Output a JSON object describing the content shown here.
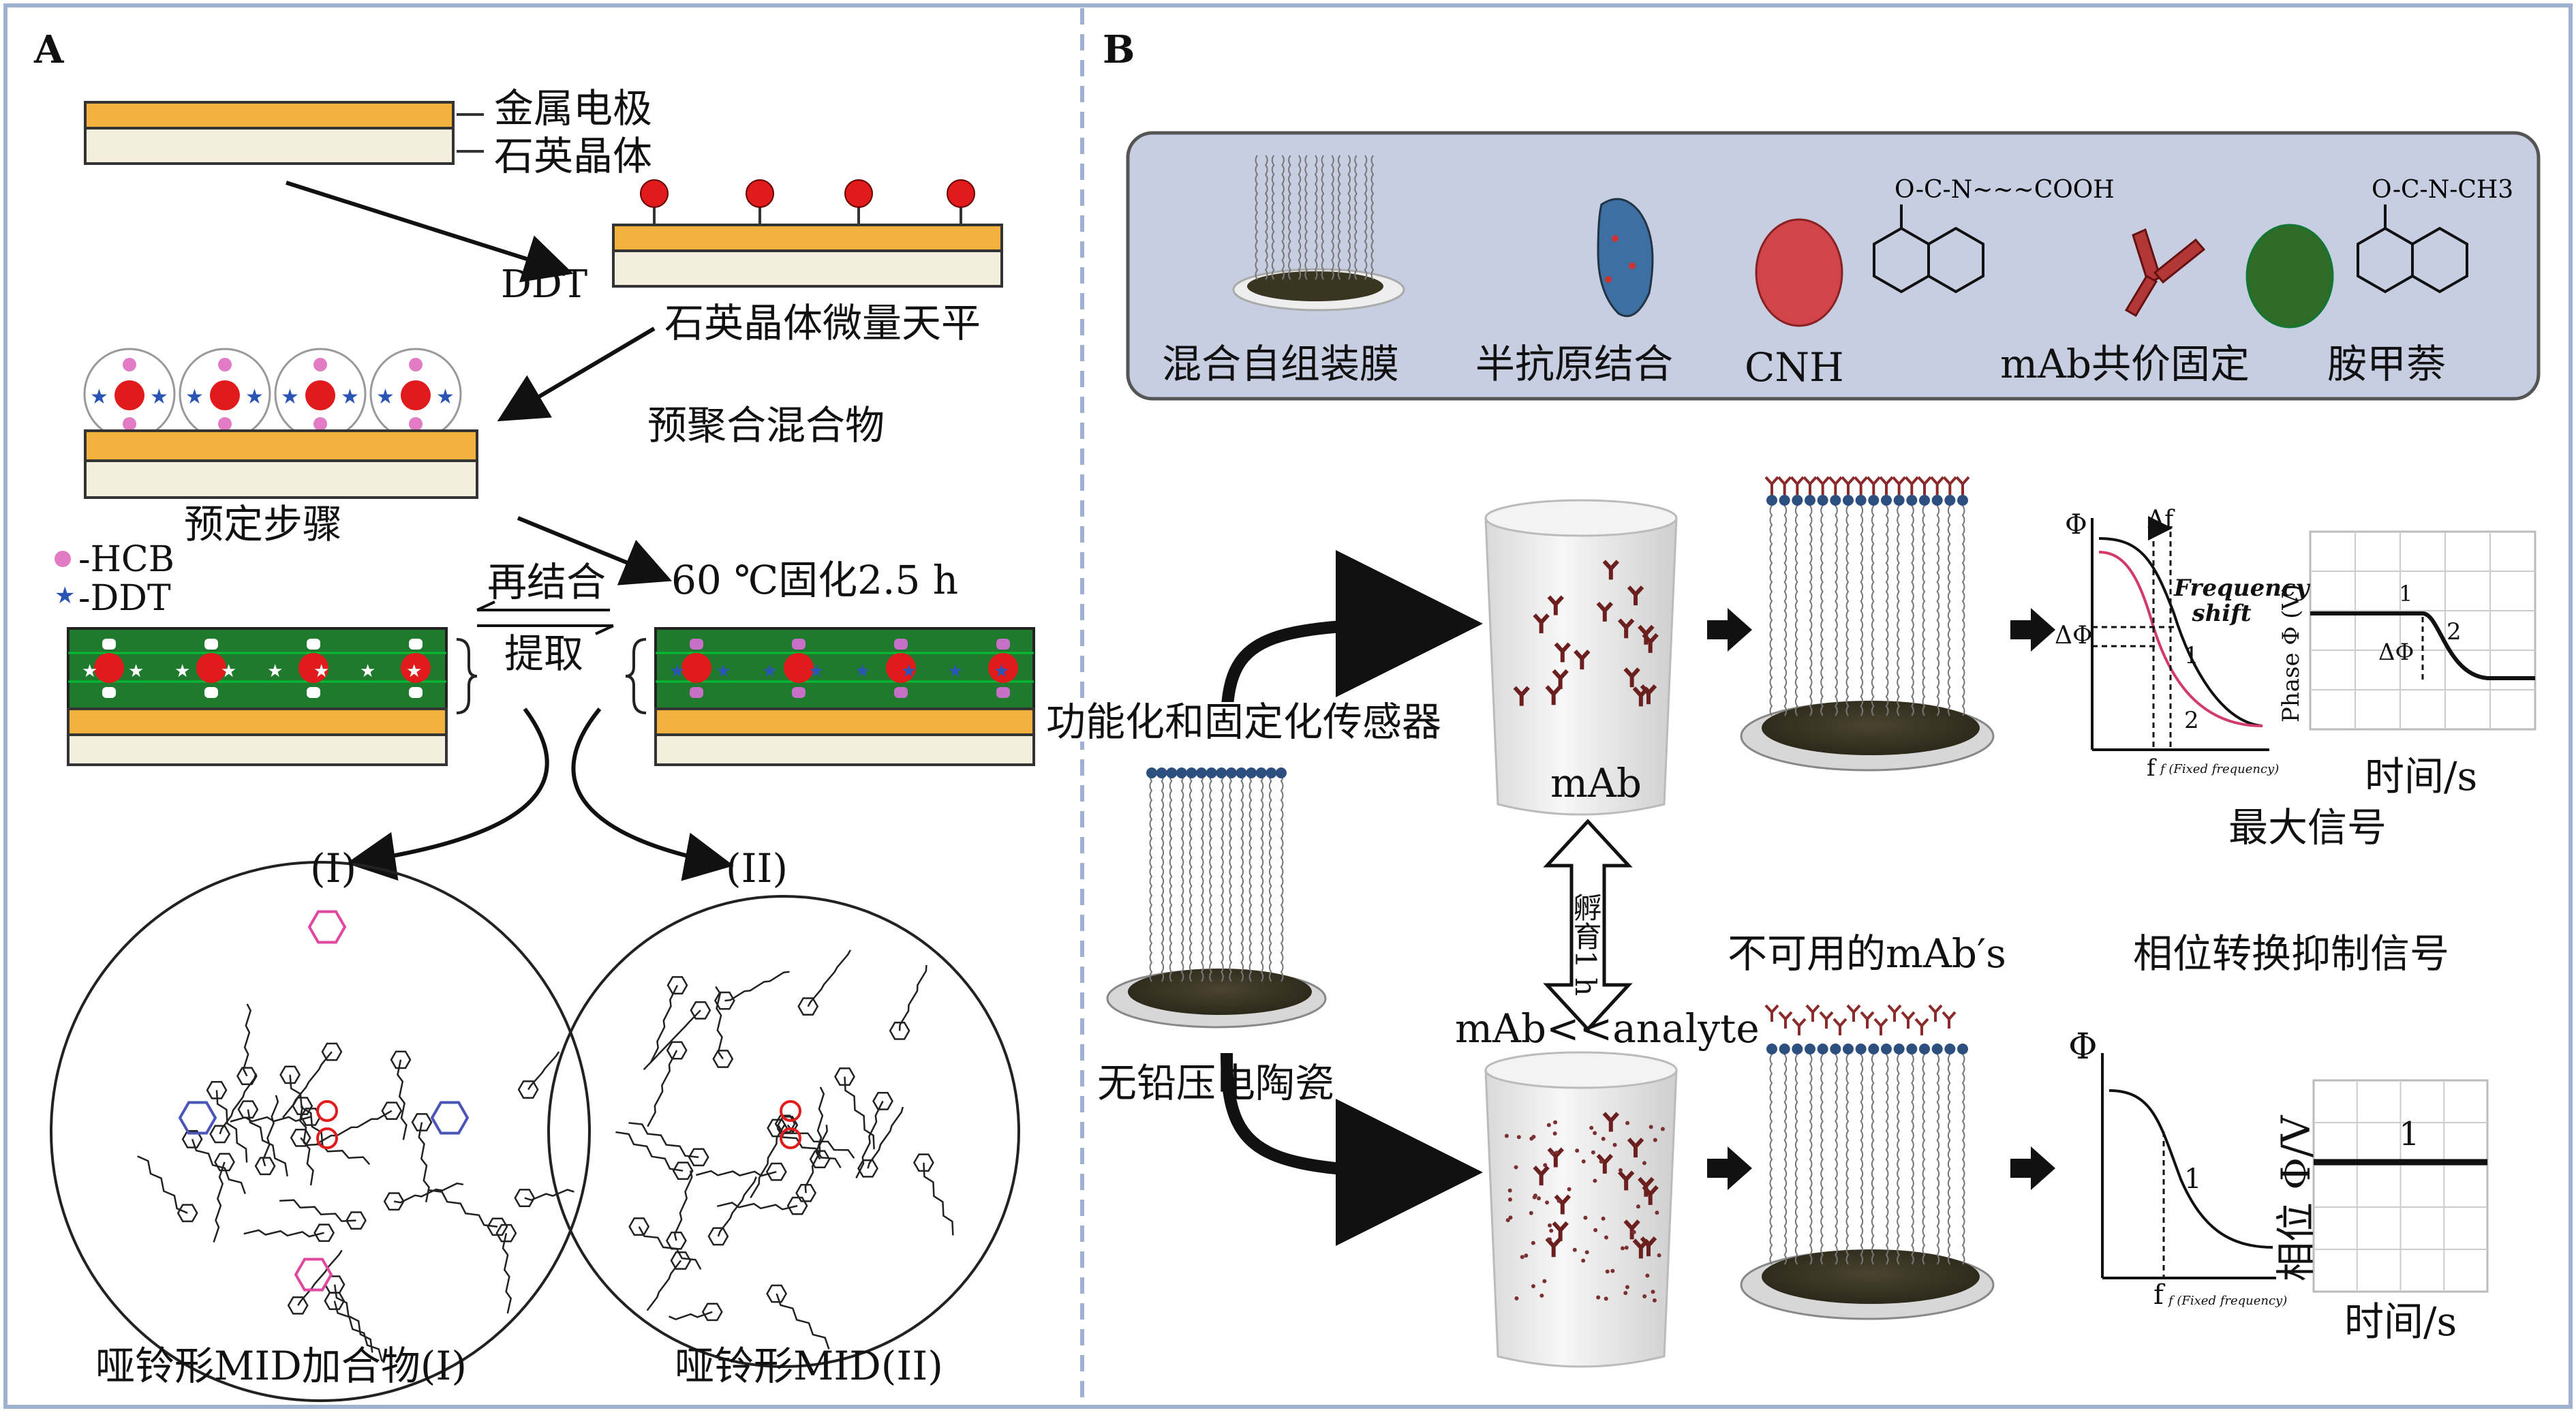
{
  "panelA": {
    "letter": "A",
    "metal_electrode": "金属电极",
    "quartz_crystal": "石英晶体",
    "ddt": "DDT",
    "qcm": "石英晶体微量天平",
    "prepolymer": "预聚合混合物",
    "predefined_step": "预定步骤",
    "legend_hcb": "-HCB",
    "legend_ddt": "-DDT",
    "cure": "60 ℃固化2.5 h",
    "rebind": "再结合",
    "extract": "提取",
    "label_I": "(I)",
    "label_II": "(II)",
    "caption_I": "哑铃形MID加合物(I)",
    "caption_II": "哑铃形MID(II)"
  },
  "panelB": {
    "letter": "B",
    "legend": {
      "sam": "混合自组装膜",
      "hapten": "半抗原结合",
      "cnh": "CNH",
      "mab_fixed": "mAb共价固定",
      "carbaryl": "胺甲萘",
      "chem1_group": "O-C-N~~~COOH",
      "chem2_group": "O-C-N-CH3"
    },
    "functionalize": "功能化和固定化传感器",
    "ceramic": "无铅压电陶瓷",
    "mab": "mAb",
    "incubate": "孵育1 h",
    "mab_analyte": "mAb<<analyte",
    "unavailable": "不可用的mAb′s",
    "max_signal": "最大信号",
    "phase_suppress": "相位转换抑制信号",
    "top_graph": {
      "phi": "Φ",
      "delta_f": "Δf",
      "freq_shift": "Frequency shift",
      "delta_phi": "ΔΦ",
      "curve1": "1",
      "curve2": "2",
      "xlabel": "f",
      "xsub": "f (Fixed frequency)"
    },
    "top_phase": {
      "ylabel": "Phase Φ (V)",
      "step1": "1",
      "step2": "2",
      "delta_phi": "ΔΦ",
      "xlabel": "时间/s"
    },
    "bottom_graph": {
      "phi": "Φ",
      "curve1": "1",
      "xlabel": "f",
      "xsub": "f (Fixed frequency)"
    },
    "bottom_phase": {
      "ylabel": "相位 Φ/V",
      "line1": "1",
      "xlabel": "时间/s"
    }
  },
  "colors": {
    "gold": "#F2B13C",
    "beige": "#F3EEDD",
    "green": "#1F7A2E",
    "red": "#E11B1B",
    "pink": "#E07BC4",
    "blue": "#2A55B5",
    "legend_bg": "#C8CEE2",
    "dashed_divider": "#9FB0D0"
  }
}
